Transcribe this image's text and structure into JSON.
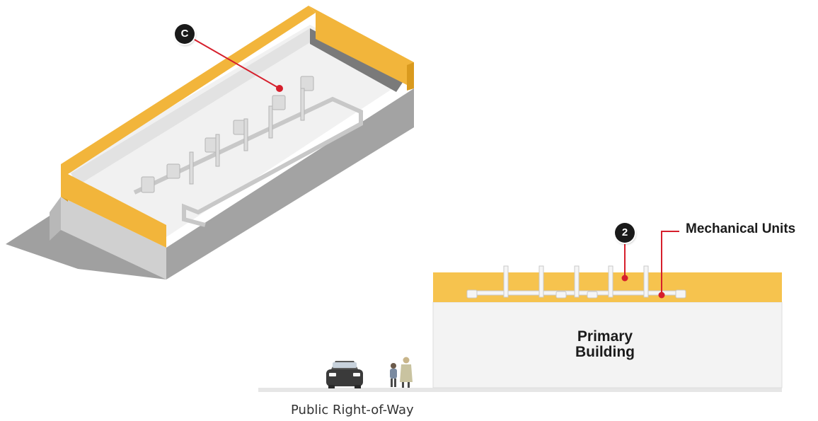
{
  "callouts": {
    "iso_badge": "C",
    "section_badge": "2"
  },
  "labels": {
    "mechanical_units": "Mechanical Units",
    "primary_building_line1": "Primary",
    "primary_building_line2": "Building",
    "public_row": "Public Right-of-Way"
  },
  "colors": {
    "parapet": "#f2b53b",
    "parapet_dark": "#d99a1e",
    "roof": "#f2f2f2",
    "wall_light": "#d4d4d4",
    "wall_dark": "#9c9c9c",
    "shadow": "#8a8a8a",
    "leader": "#d61f2c",
    "section_band": "#f6c34e",
    "equipment": "#dcdcdc"
  }
}
